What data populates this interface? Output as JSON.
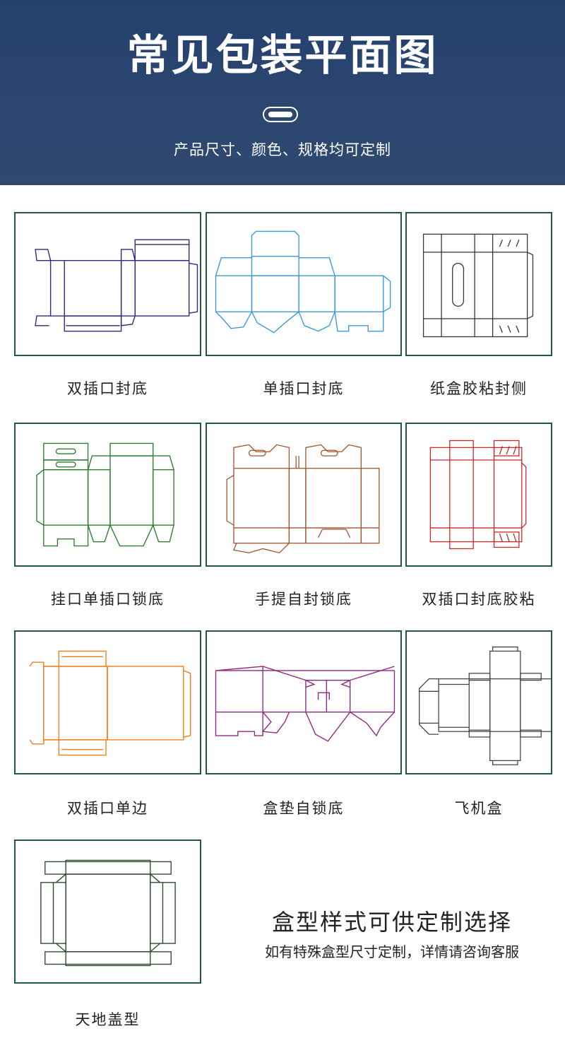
{
  "header": {
    "title": "常见包装平面图",
    "subtitle": "产品尺寸、颜色、规格均可定制"
  },
  "items": [
    {
      "label": "双插口封底",
      "color": "#2b2a78"
    },
    {
      "label": "单插口封底",
      "color": "#3a9ad9"
    },
    {
      "label": "纸盒胶粘封侧",
      "color": "#333333"
    },
    {
      "label": "挂口单插口锁底",
      "color": "#2e7d32"
    },
    {
      "label": "手提自封锁底",
      "color": "#a0522d"
    },
    {
      "label": "双插口封底胶粘",
      "color": "#c62828"
    },
    {
      "label": "双插口单边",
      "color": "#ef7d1a"
    },
    {
      "label": "盒垫自锁底",
      "color": "#8e2a7e"
    },
    {
      "label": "飞机盒",
      "color": "#444444"
    },
    {
      "label": "天地盖型",
      "color": "#2f4a2f"
    }
  ],
  "promo": {
    "title": "盒型样式可供定制选择",
    "subtitle": "如有特殊盒型尺寸定制，详情请咨询客服"
  },
  "frame_color": "#1f5a3e",
  "banner_color": "#2b4670"
}
